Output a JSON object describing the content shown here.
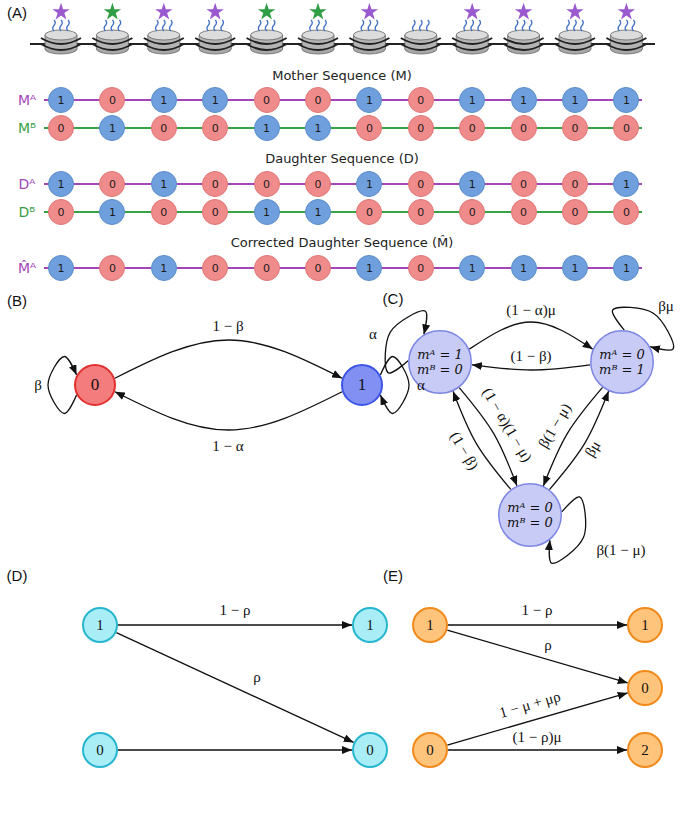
{
  "diagram": {
    "nodes": [
      {
        "text": [
          "1"
        ]
      },
      {
        "text": [
          "0"
        ]
      },
      {
        "text": [
          "1"
        ]
      },
      {
        "text": [
          "1"
        ]
      },
      {
        "text": [
          "0"
        ]
      },
      {
        "text": [
          "0"
        ]
      },
      {
        "text": [
          "1"
        ]
      },
      {
        "text": [
          "0"
        ]
      },
      {
        "text": [
          "1"
        ]
      },
      {
        "text": [
          "1"
        ]
      },
      {
        "text": [
          "1"
        ]
      },
      {
        "text": [
          "1"
        ]
      },
      {
        "text": [
          "0"
        ]
      },
      {
        "text": [
          "1"
        ]
      },
      {
        "text": [
          "0"
        ]
      },
      {
        "text": [
          "0"
        ]
      },
      {
        "text": [
          "1"
        ]
      },
      {
        "text": [
          "1"
        ]
      },
      {
        "text": [
          "0"
        ]
      },
      {
        "text": [
          "0"
        ]
      },
      {
        "text": [
          "0"
        ]
      },
      {
        "text": [
          "0"
        ]
      },
      {
        "text": [
          "0"
        ]
      },
      {
        "text": [
          "0"
        ]
      },
      {
        "text": [
          "1"
        ]
      },
      {
        "text": [
          "0"
        ]
      },
      {
        "text": [
          "1"
        ]
      },
      {
        "text": [
          "0"
        ]
      },
      {
        "text": [
          "0"
        ]
      },
      {
        "text": [
          "0"
        ]
      },
      {
        "text": [
          "1"
        ]
      },
      {
        "text": [
          "0"
        ]
      },
      {
        "text": [
          "1"
        ]
      },
      {
        "text": [
          "0"
        ]
      },
      {
        "text": [
          "0"
        ]
      },
      {
        "text": [
          "1"
        ]
      },
      {
        "text": [
          "0"
        ]
      },
      {
        "text": [
          "1"
        ]
      },
      {
        "text": [
          "0"
        ]
      },
      {
        "text": [
          "0"
        ]
      },
      {
        "text": [
          "1"
        ]
      },
      {
        "text": [
          "1"
        ]
      },
      {
        "text": [
          "0"
        ]
      },
      {
        "text": [
          "0"
        ]
      },
      {
        "text": [
          "0"
        ]
      },
      {
        "text": [
          "0"
        ]
      },
      {
        "text": [
          "0"
        ]
      },
      {
        "text": [
          "0"
        ]
      },
      {
        "text": [
          "1"
        ]
      },
      {
        "text": [
          "0"
        ]
      },
      {
        "text": [
          "1"
        ]
      },
      {
        "text": [
          "0"
        ]
      },
      {
        "text": [
          "0"
        ]
      },
      {
        "text": [
          "0"
        ]
      },
      {
        "text": [
          "1"
        ]
      },
      {
        "text": [
          "0"
        ]
      },
      {
        "text": [
          "1"
        ]
      },
      {
        "text": [
          "1"
        ]
      },
      {
        "text": [
          "1"
        ]
      },
      {
        "text": [
          "1"
        ]
      },
      {
        "text": [
          "0"
        ]
      },
      {
        "text": [
          "1"
        ]
      },
      {
        "text": [
          "mᴬ = 1 mᴮ = 0"
        ]
      },
      {
        "text": [
          "mᴬ = 0 mᴮ = 1"
        ]
      },
      {
        "text": [
          "mᴬ = 0 mᴮ = 0"
        ]
      },
      {
        "text": [
          "1"
        ]
      },
      {
        "text": [
          "1"
        ]
      },
      {
        "text": [
          "0"
        ]
      },
      {
        "text": [
          "0"
        ]
      },
      {
        "text": [
          "1"
        ]
      },
      {
        "text": [
          "1"
        ]
      },
      {
        "text": [
          "0"
        ]
      },
      {
        "text": [
          "0"
        ]
      },
      {
        "text": [
          "2"
        ]
      }
    ],
    "edges": [
      {
        "from": 60,
        "to": 61,
        "arrow": "to",
        "label": "1 − β"
      },
      {
        "from": 61,
        "to": 60,
        "arrow": "to",
        "label": "1 − α"
      },
      {
        "from": 60,
        "to": 60,
        "arrow": "to",
        "label": "β"
      },
      {
        "from": 61,
        "to": 61,
        "arrow": "to",
        "label": "α"
      },
      {
        "from": 62,
        "to": 62,
        "arrow": "to",
        "label": "α"
      },
      {
        "from": 62,
        "to": 63,
        "arrow": "to",
        "label": "(1 − α)μ"
      },
      {
        "from": 63,
        "to": 62,
        "arrow": "to",
        "label": "(1 − β)"
      },
      {
        "from": 63,
        "to": 63,
        "arrow": "to",
        "label": "βμ"
      },
      {
        "from": 62,
        "to": 64,
        "arrow": "to",
        "label": "(1 − α)(1 − μ)"
      },
      {
        "from": 64,
        "to": 62,
        "arrow": "to",
        "label": "(1 − β)"
      },
      {
        "from": 63,
        "to": 64,
        "arrow": "to",
        "label": "β(1 − μ)"
      },
      {
        "from": 64,
        "to": 63,
        "arrow": "to",
        "label": "βμ"
      },
      {
        "from": 64,
        "to": 64,
        "arrow": "to",
        "label": "β(1 − μ)"
      },
      {
        "from": 65,
        "to": 66,
        "arrow": "to",
        "label": "1 − ρ"
      },
      {
        "from": 65,
        "to": 68,
        "arrow": "to",
        "label": "ρ"
      },
      {
        "from": 67,
        "to": 68,
        "arrow": "to"
      },
      {
        "from": 69,
        "to": 70,
        "arrow": "to",
        "label": "1 − ρ"
      },
      {
        "from": 69,
        "to": 71,
        "arrow": "to",
        "label": "ρ"
      },
      {
        "from": 72,
        "to": 71,
        "arrow": "to",
        "label": "1 − μ + μρ"
      },
      {
        "from": 72,
        "to": 73,
        "arrow": "to",
        "label": "(1 − ρ)μ"
      }
    ],
    "labels": [
      "(A)",
      "Mother Sequence (M)",
      "Mᴬ",
      "Mᴮ",
      "Daughter Sequence (D)",
      "Dᴬ",
      "Dᴮ",
      "Corrected Daughter Sequence (M̂)",
      "M̂ᴬ",
      "(B)",
      "(C)",
      "(D)",
      "(E)"
    ]
  }
}
